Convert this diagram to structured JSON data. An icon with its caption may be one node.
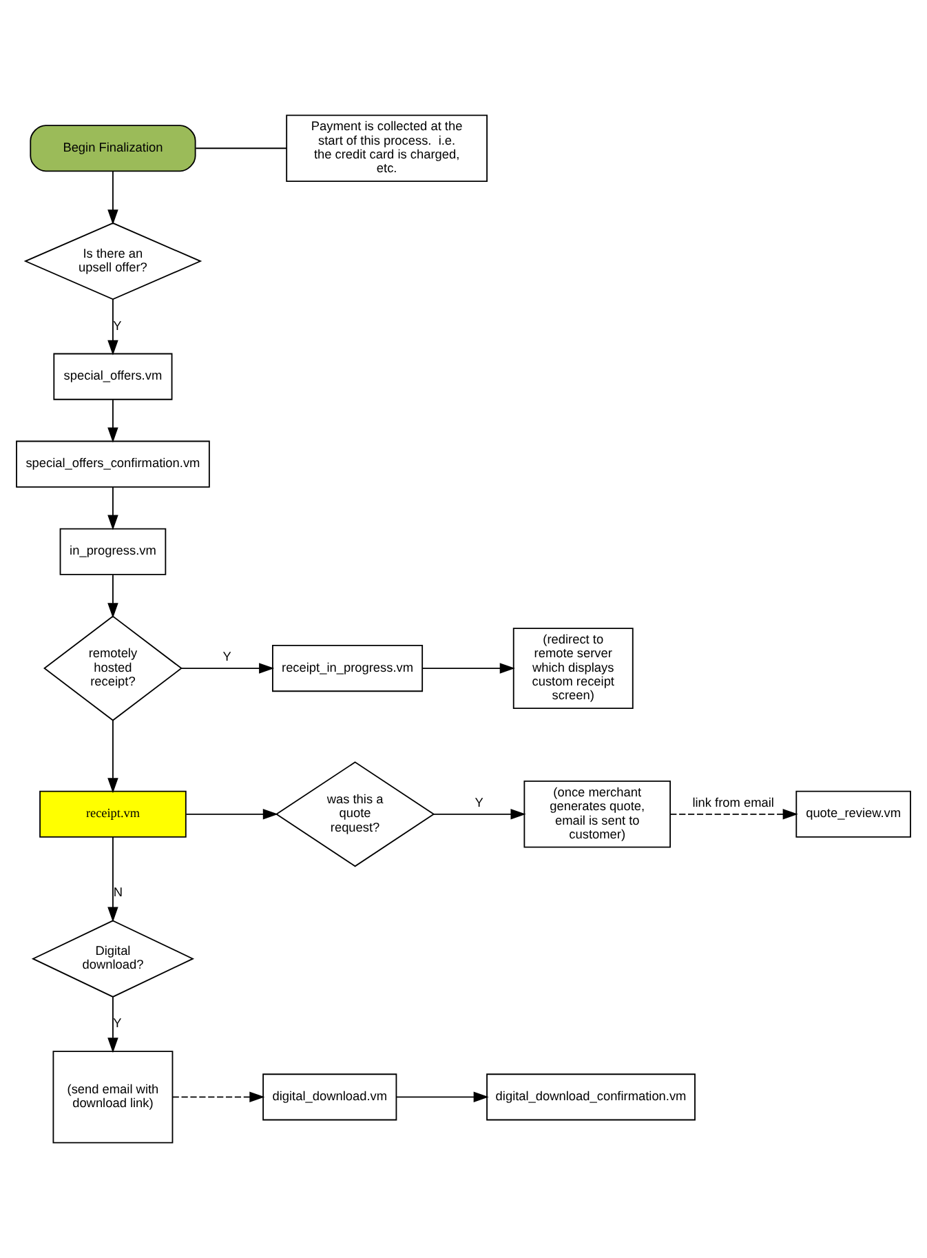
{
  "diagram": {
    "nodes": [
      {
        "text": [
          "Begin Finalization"
        ]
      },
      {
        "text": [
          "Payment is collected at the start of this process.  i.e. the credit card is charged, etc."
        ]
      },
      {
        "text": [
          "Is there an upsell offer?"
        ]
      },
      {
        "text": [
          "special_offers.vm"
        ]
      },
      {
        "text": [
          "special_offers_confirmation.vm"
        ]
      },
      {
        "text": [
          "in_progress.vm"
        ]
      },
      {
        "text": [
          "remotely hosted receipt?"
        ]
      },
      {
        "text": [
          "receipt_in_progress.vm"
        ]
      },
      {
        "text": [
          "(redirect to remote server which displays custom receipt screen)"
        ]
      },
      {
        "text": [
          "receipt.vm"
        ]
      },
      {
        "text": [
          "was this a quote request?"
        ]
      },
      {
        "text": [
          "(once merchant generates quote, email is sent to customer)"
        ]
      },
      {
        "text": [
          "quote_review.vm"
        ]
      },
      {
        "text": [
          "Digital download?"
        ]
      },
      {
        "text": [
          "(send email with download link)"
        ]
      },
      {
        "text": [
          "digital_download.vm"
        ]
      },
      {
        "text": [
          "digital_download_confirmation.vm"
        ]
      }
    ],
    "edges": [
      {
        "from": 0,
        "to": 2,
        "arrow": "to"
      },
      {
        "from": 0,
        "to": 1,
        "arrow": "none"
      },
      {
        "from": 2,
        "to": 3,
        "arrow": "to",
        "label": "Y"
      },
      {
        "from": 3,
        "to": 4,
        "arrow": "to"
      },
      {
        "from": 4,
        "to": 5,
        "arrow": "to"
      },
      {
        "from": 5,
        "to": 6,
        "arrow": "to"
      },
      {
        "from": 6,
        "to": 7,
        "arrow": "to",
        "label": "Y"
      },
      {
        "from": 7,
        "to": 8,
        "arrow": "to"
      },
      {
        "from": 6,
        "to": 9,
        "arrow": "to"
      },
      {
        "from": 9,
        "to": 10,
        "arrow": "to"
      },
      {
        "from": 10,
        "to": 11,
        "arrow": "to",
        "label": "Y"
      },
      {
        "from": 11,
        "to": 12,
        "arrow": "to",
        "label": "link from email",
        "style": "dashed"
      },
      {
        "from": 9,
        "to": 13,
        "arrow": "to",
        "label": "N"
      },
      {
        "from": 13,
        "to": 14,
        "arrow": "to",
        "label": "Y"
      },
      {
        "from": 14,
        "to": 15,
        "arrow": "to",
        "style": "dashed"
      },
      {
        "from": 15,
        "to": 16,
        "arrow": "to"
      }
    ]
  }
}
